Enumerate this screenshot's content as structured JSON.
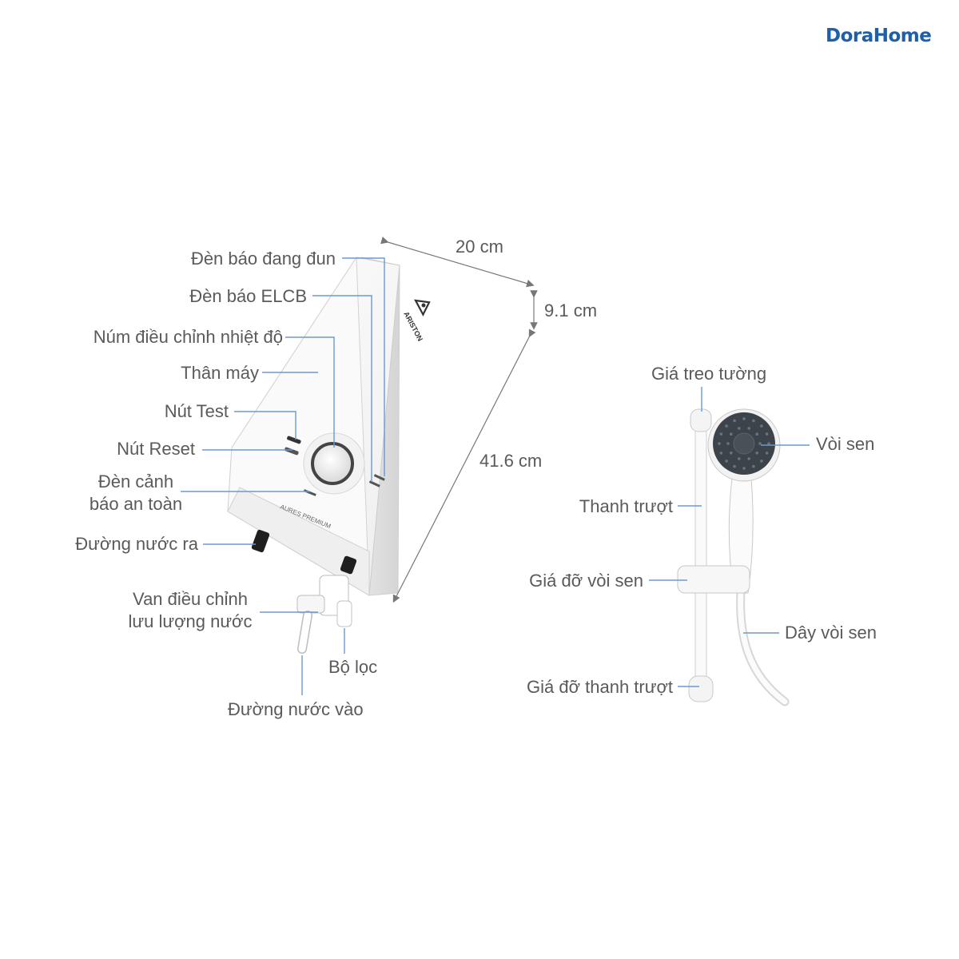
{
  "brand": {
    "logo_text": "DoraHome",
    "accent": "#1d5fa8"
  },
  "product": {
    "brand_mark": "ARISTON",
    "model_print": "AURES PREMIUM"
  },
  "dimensions": {
    "width": "20 cm",
    "depth": "9.1 cm",
    "height": "41.6 cm"
  },
  "heater_labels": {
    "heating_light": "Đèn báo đang đun",
    "elcb_light": "Đèn báo ELCB",
    "temp_knob": "Núm điều chỉnh nhiệt độ",
    "body": "Thân máy",
    "test_button": "Nút Test",
    "reset_button": "Nút Reset",
    "safety_light_1": "Đèn cảnh",
    "safety_light_2": "báo an toàn",
    "water_outlet": "Đường nước ra",
    "flow_valve_1": "Van điều chỉnh",
    "flow_valve_2": "lưu lượng nước",
    "filter": "Bộ lọc",
    "water_inlet": "Đường nước vào"
  },
  "shower_labels": {
    "wall_bracket": "Giá treo tường",
    "shower_head": "Vòi sen",
    "slide_bar": "Thanh trượt",
    "head_holder": "Giá đỡ vòi sen",
    "hose": "Dây vòi sen",
    "bar_holder": "Giá đỡ thanh trượt"
  },
  "colors": {
    "label": "#5a5a5a",
    "leader": "#6a9ad0",
    "body": "#f7f7f7",
    "shower_head": "#3c434a"
  }
}
